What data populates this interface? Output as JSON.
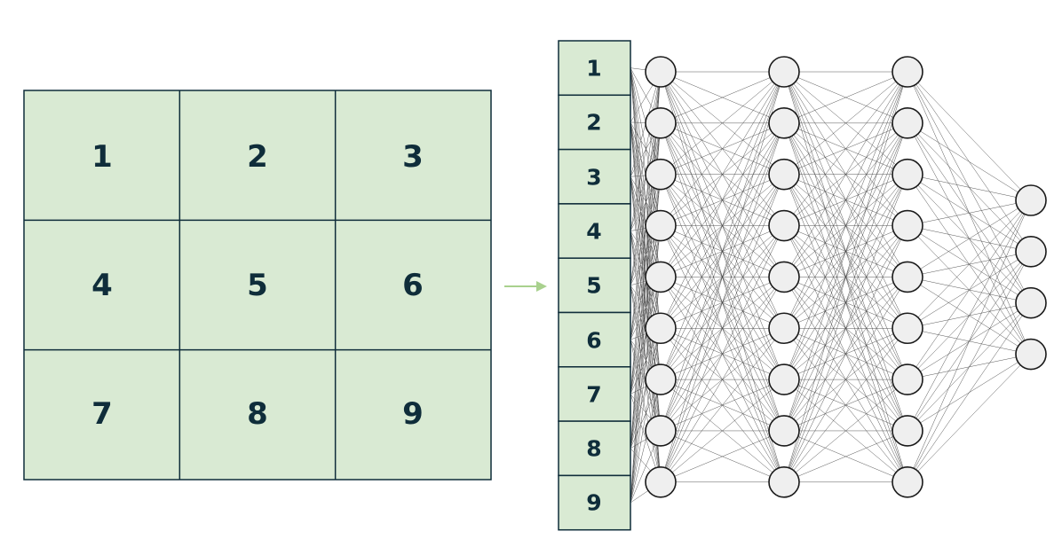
{
  "grid": {
    "cells": [
      "1",
      "2",
      "3",
      "4",
      "5",
      "6",
      "7",
      "8",
      "9"
    ],
    "fill": "#d9ead3",
    "stroke": "#0f2d3a",
    "text_color": "#0f2d3a"
  },
  "arrow": {
    "color": "#a9d18e"
  },
  "vector": {
    "cells": [
      "1",
      "2",
      "3",
      "4",
      "5",
      "6",
      "7",
      "8",
      "9"
    ],
    "fill": "#d9ead3",
    "stroke": "#0f2d3a",
    "text_color": "#0f2d3a"
  },
  "network": {
    "layers": [
      9,
      9,
      9,
      4
    ],
    "node_fill": "#efefef",
    "node_stroke": "#1a1a1a",
    "edge_color": "#444444"
  }
}
